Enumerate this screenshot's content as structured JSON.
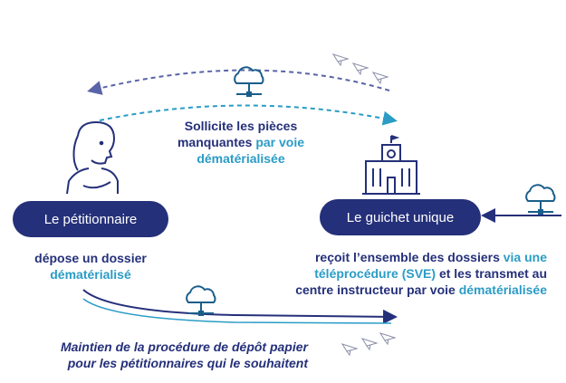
{
  "nodes": {
    "petitioner": {
      "label": "Le pétitionnaire"
    },
    "guichet": {
      "label": "Le guichet unique"
    }
  },
  "top_message": {
    "line1": "Sollicite  les pièces",
    "line2_navy": "manquantes ",
    "line2_cyan": "par voie",
    "line3_cyan": "dématérialisée"
  },
  "petitioner_text": {
    "line1": "dépose un dossier",
    "line2_cyan": "dématérialisé"
  },
  "guichet_text": {
    "line1_navy": "reçoit l’ensemble des dossiers ",
    "line1_cyan": "via une",
    "line2_cyan": "téléprocédure (SVE)",
    "line2_navy": " et les transmet au",
    "line3_navy": "centre instructeur par voie ",
    "line3_cyan": "dématérialisée"
  },
  "paper_note": {
    "line1": "Maintien de la procédure de dépôt papier",
    "line2": "pour les pétitionnaires qui le souhaitent"
  },
  "colors": {
    "navy": "#25307a",
    "cyan": "#2a9cc6",
    "dashed_purple": "#5a64a8",
    "icon_blue": "#1a5e8a"
  },
  "icons": [
    "cloud-network-icon",
    "paper-plane-icon",
    "person-icon",
    "town-hall-icon"
  ]
}
